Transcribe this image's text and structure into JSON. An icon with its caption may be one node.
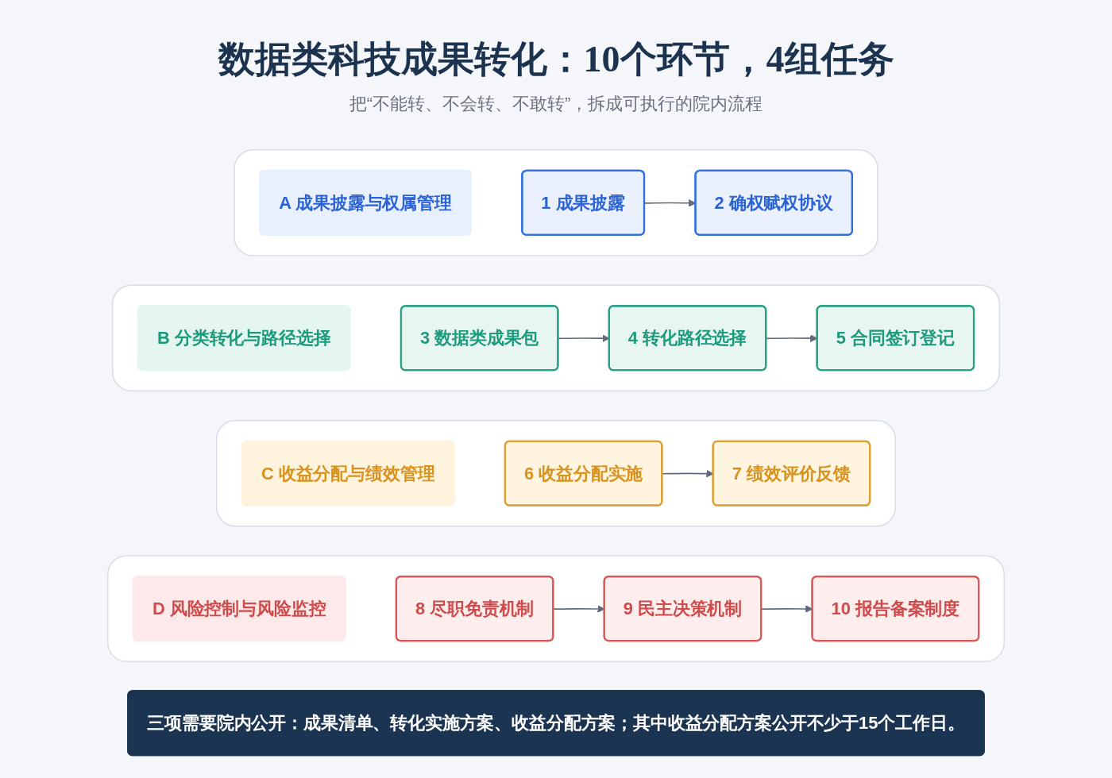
{
  "diagram": {
    "title": "数据类科技成果转化：10个环节，4组任务",
    "nodes": [
      {
        "text": [],
        "shape": "box"
      },
      {
        "text": [
          "A 成果披露与权属管理"
        ],
        "in": 0
      },
      {
        "text": [
          "1 成果披露"
        ],
        "in": 0
      },
      {
        "text": [
          "2 确权赋权协议"
        ],
        "in": 0
      },
      {
        "text": [],
        "shape": "box"
      },
      {
        "text": [
          "B 分类转化与路径选择"
        ],
        "in": 4
      },
      {
        "text": [
          "3 数据类成果包"
        ],
        "in": 4
      },
      {
        "text": [
          "4 转化路径选择"
        ],
        "in": 4
      },
      {
        "text": [
          "5 合同签订登记"
        ],
        "in": 4
      },
      {
        "text": [],
        "shape": "box"
      },
      {
        "text": [
          "C 收益分配与绩效管理"
        ],
        "in": 9
      },
      {
        "text": [
          "6 收益分配实施"
        ],
        "in": 9
      },
      {
        "text": [
          "7 绩效评价反馈"
        ],
        "in": 9
      },
      {
        "text": [],
        "shape": "box"
      },
      {
        "text": [
          "D 风险控制与风险监控"
        ],
        "in": 13
      },
      {
        "text": [
          "8 尽职免责机制"
        ],
        "in": 13
      },
      {
        "text": [
          "9 民主决策机制"
        ],
        "in": 13
      },
      {
        "text": [
          "10 报告备案制度"
        ],
        "in": 13
      },
      {
        "text": [
          "三项需要院内公开：成果清单、转化实施方案、收益分配方案；其中收益分配方案公开不少于15个工作日。"
        ]
      }
    ],
    "edges": [
      {
        "from": 2,
        "to": 3,
        "arrow": "to"
      },
      {
        "from": 6,
        "to": 7,
        "arrow": "to"
      },
      {
        "from": 7,
        "to": 8,
        "arrow": "to"
      },
      {
        "from": 11,
        "to": 12,
        "arrow": "to"
      },
      {
        "from": 15,
        "to": 16,
        "arrow": "to"
      },
      {
        "from": 16,
        "to": 17,
        "arrow": "to"
      }
    ],
    "labels": [
      "把“不能转、不会转、不敢转”，拆成可执行的院内流程"
    ]
  }
}
